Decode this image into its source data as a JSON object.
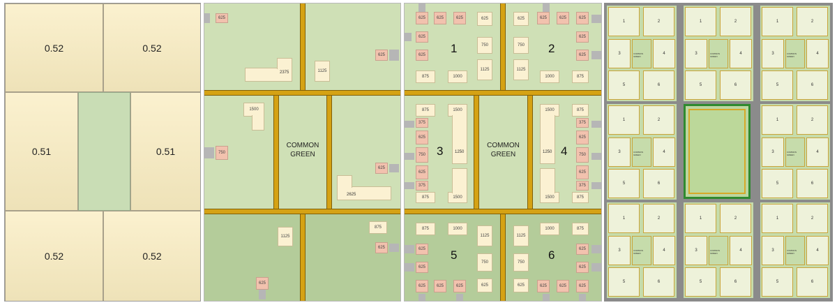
{
  "panel1": {
    "lots": [
      {
        "id": "top-left",
        "value": "0.52"
      },
      {
        "id": "top-right",
        "value": "0.52"
      },
      {
        "id": "mid-left",
        "value": "0.51"
      },
      {
        "id": "mid-right",
        "value": "0.51"
      },
      {
        "id": "bottom-left",
        "value": "0.52"
      },
      {
        "id": "bottom-right",
        "value": "0.52"
      }
    ]
  },
  "panel2": {
    "common_green": "COMMON\nGREEN",
    "labels": {
      "tl_small": "625",
      "tl_big": "2375",
      "tc": "1125",
      "tr": "625",
      "ml_small": "1500",
      "ml_pink": "750",
      "mr_pink": "625",
      "mr_big": "2625",
      "bl": "1125",
      "bl_pink": "625",
      "br": "875",
      "br_pink": "625"
    }
  },
  "panel3": {
    "common_green": "COMMON\nGREEN",
    "block_numbers": [
      "1",
      "2",
      "3",
      "4",
      "5",
      "6"
    ],
    "labels": {
      "625": "625",
      "750": "750",
      "875": "875",
      "1000": "1000",
      "1125": "1125",
      "1250": "1250",
      "1500": "1500",
      "375": "375"
    }
  },
  "panel4": {
    "numbers": [
      "1",
      "2",
      "3",
      "4",
      "5",
      "6"
    ],
    "common_green_small": "COMMON GREEN"
  }
}
